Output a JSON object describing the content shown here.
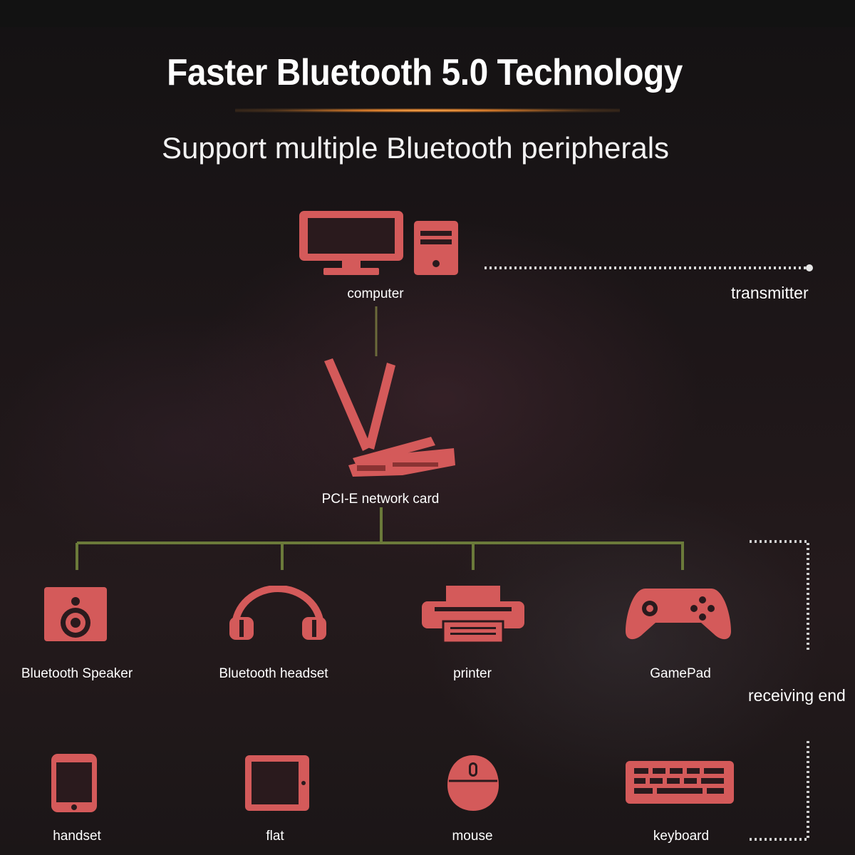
{
  "title": "Faster Bluetooth 5.0 Technology",
  "subtitle": "Support multiple Bluetooth peripherals",
  "accent_color": "#d45a5a",
  "connector_color": "#6b7a3a",
  "nodes": {
    "computer": {
      "label": "computer",
      "icon": "computer-icon"
    },
    "card": {
      "label": "PCI-E network card",
      "icon": "network-card-icon"
    },
    "speaker": {
      "label": "Bluetooth Speaker",
      "icon": "speaker-icon"
    },
    "headset": {
      "label": "Bluetooth headset",
      "icon": "headphones-icon"
    },
    "printer": {
      "label": "printer",
      "icon": "printer-icon"
    },
    "gamepad": {
      "label": "GamePad",
      "icon": "gamepad-icon"
    },
    "handset": {
      "label": "handset",
      "icon": "phone-icon"
    },
    "flat": {
      "label": "flat",
      "icon": "tablet-icon"
    },
    "mouse": {
      "label": "mouse",
      "icon": "mouse-icon"
    },
    "keyboard": {
      "label": "keyboard",
      "icon": "keyboard-icon"
    }
  },
  "side_labels": {
    "transmitter": "transmitter",
    "receiving": "receiving end"
  }
}
